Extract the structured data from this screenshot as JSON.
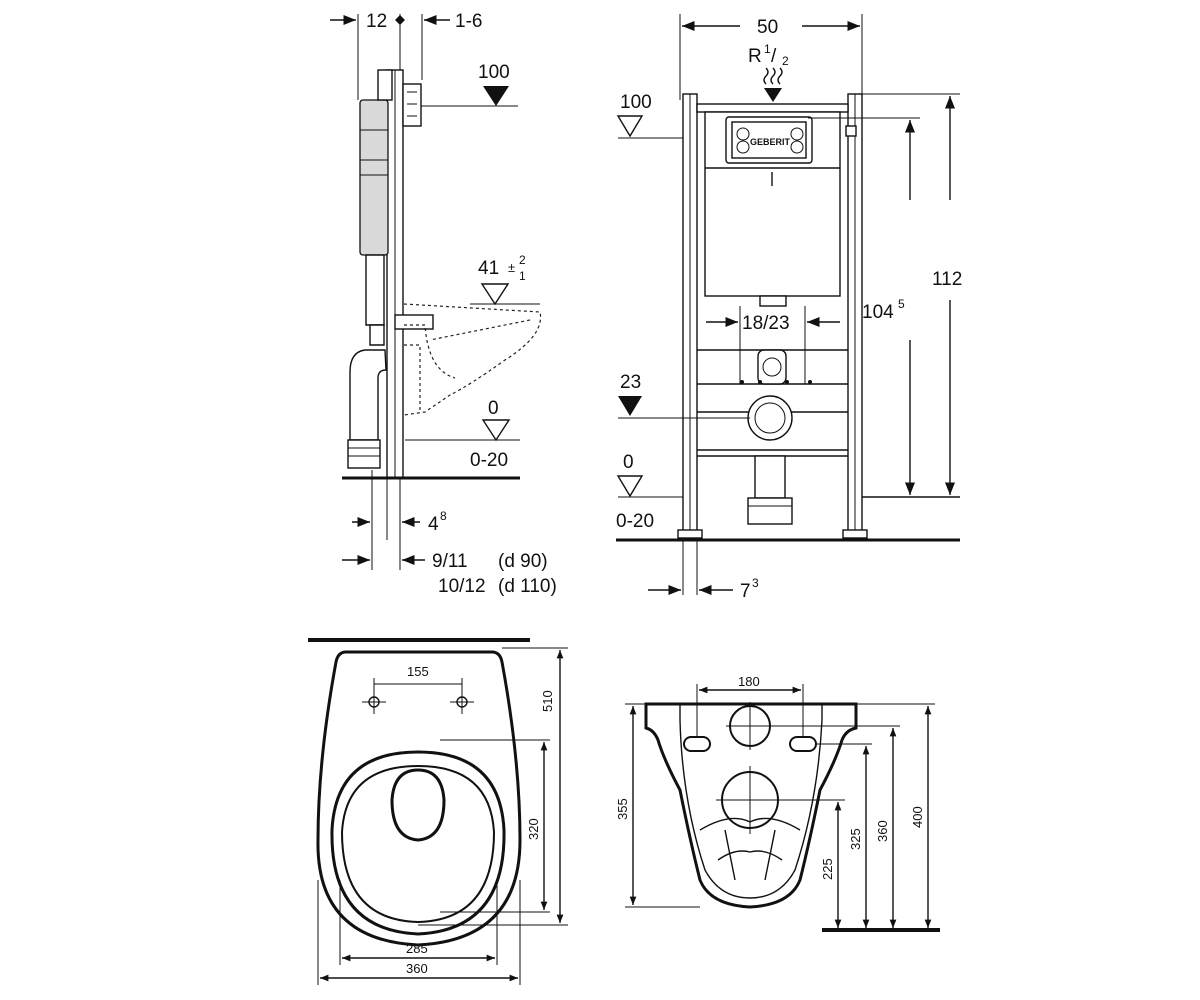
{
  "side_view": {
    "dim_top_left": "12",
    "dim_top_right": "1-6",
    "level_flush": "100",
    "level_bowl": "41",
    "level_bowl_tol_plus": "2",
    "level_bowl_tol_minus": "1",
    "level_floor": "0",
    "floor_range": "0-20",
    "dim_base": "4",
    "dim_base_sup": "8",
    "dim_outlet_90": "9/11",
    "pipe_90": "(d 90)",
    "dim_outlet_110": "10/12",
    "pipe_110": "(d 110)"
  },
  "front_view": {
    "dim_width": "50",
    "connection": "R",
    "connection_fraction_num": "1",
    "connection_fraction_den": "2",
    "level_flush": "100",
    "dim_spacing": "18/23",
    "level_outlet": "23",
    "level_floor": "0",
    "floor_range": "0-20",
    "dim_frame_height": "104",
    "dim_frame_height_sup": "5",
    "dim_total_height": "112",
    "dim_foot": "7",
    "dim_foot_sup": "3",
    "brand_mark": "GEBERIT"
  },
  "bowl_top_view": {
    "dim_bolt_spacing": "155",
    "dim_length": "510",
    "dim_rim_length": "320",
    "dim_inner_width": "285",
    "dim_width": "360"
  },
  "bowl_back_view": {
    "dim_bolt_spacing": "180",
    "dim_depth": "355",
    "dim_outlet_height": "225",
    "dim_inlet_height": "325",
    "dim_hole_height": "360",
    "dim_total_height": "400"
  }
}
